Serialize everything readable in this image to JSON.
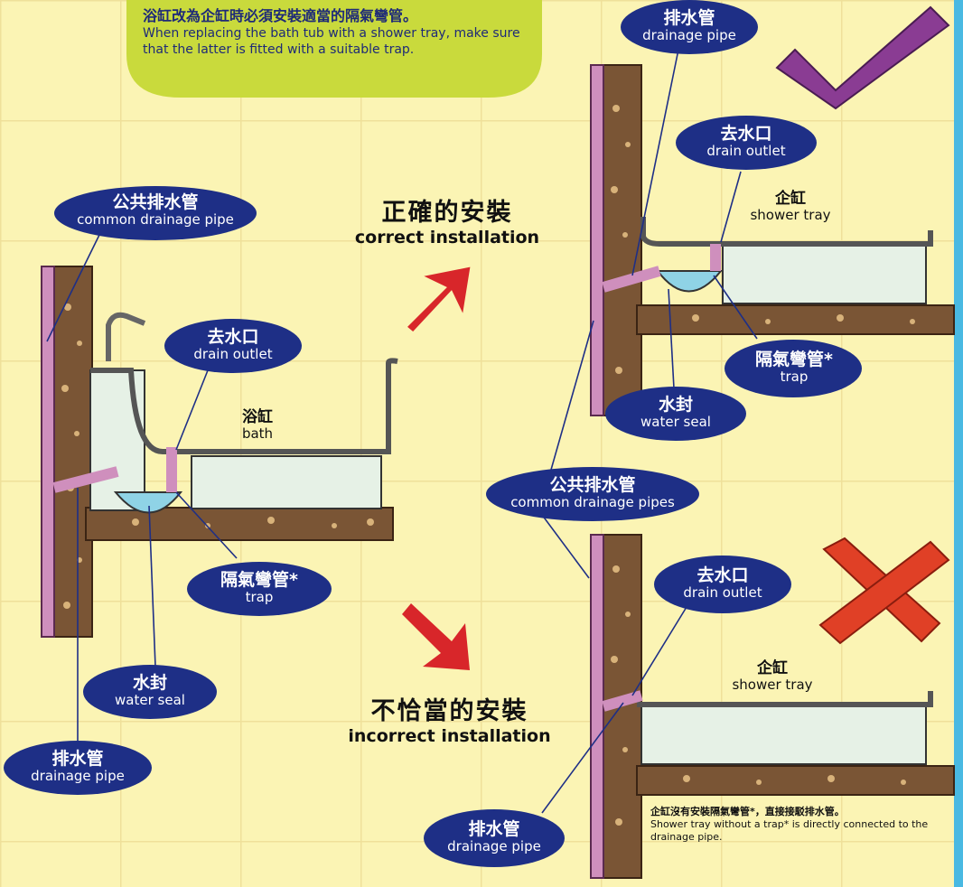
{
  "colors": {
    "background": "#fbf4b4",
    "tile_grout": "#f3e6a0",
    "label_bubble": "#1e2f86",
    "callout_bubble": "#c9da3c",
    "wall": "#7a5535",
    "drainage_pipe": "#cf8fbd",
    "water": "#8fd3e6",
    "correct_check": "#8a3c93",
    "incorrect_cross": "#e04026",
    "arrow": "#d8262a"
  },
  "icons": {
    "correct": "check-mark-icon",
    "incorrect": "cross-mark-icon",
    "arrow_correct": "arrow-up-right-icon",
    "arrow_incorrect": "arrow-down-right-icon"
  },
  "callout_top": {
    "zh": "浴缸改為企缸時必須安裝適當的隔氣彎管。",
    "en": "When replacing the bath tub with a shower tray, make sure that the latter is fitted with a suitable trap."
  },
  "left": {
    "common_pipe": {
      "zh": "公共排水管",
      "en": "common drainage pipe"
    },
    "drain_outlet": {
      "zh": "去水口",
      "en": "drain outlet"
    },
    "bath": {
      "zh": "浴缸",
      "en": "bath"
    },
    "trap": {
      "zh": "隔氣彎管*",
      "en": "trap"
    },
    "water_seal": {
      "zh": "水封",
      "en": "water seal"
    },
    "drainage_pipe": {
      "zh": "排水管",
      "en": "drainage pipe"
    }
  },
  "correct": {
    "heading": {
      "zh": "正確的安裝",
      "en": "correct installation"
    },
    "drainage_pipe": {
      "zh": "排水管",
      "en": "drainage pipe"
    },
    "drain_outlet": {
      "zh": "去水口",
      "en": "drain outlet"
    },
    "shower_tray": {
      "zh": "企缸",
      "en": "shower tray"
    },
    "trap": {
      "zh": "隔氣彎管*",
      "en": "trap"
    },
    "water_seal": {
      "zh": "水封",
      "en": "water seal"
    }
  },
  "shared": {
    "common_pipes": {
      "zh": "公共排水管",
      "en": "common drainage pipes"
    }
  },
  "incorrect": {
    "heading": {
      "zh": "不恰當的安裝",
      "en": "incorrect installation"
    },
    "drain_outlet": {
      "zh": "去水口",
      "en": "drain outlet"
    },
    "shower_tray": {
      "zh": "企缸",
      "en": "shower tray"
    },
    "drainage_pipe": {
      "zh": "排水管",
      "en": "drainage pipe"
    },
    "note": {
      "zh": "企缸沒有安裝隔氣彎管*，直接接駁排水管。",
      "en": "Shower tray without a trap* is directly connected to the drainage pipe."
    }
  }
}
